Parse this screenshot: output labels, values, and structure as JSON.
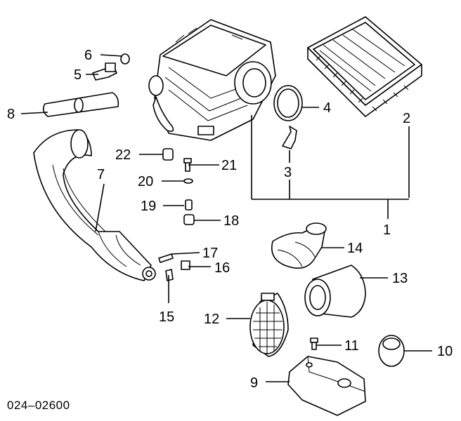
{
  "diagram_code": "024–02600",
  "callouts": {
    "c1": "1",
    "c2": "2",
    "c3": "3",
    "c4": "4",
    "c5": "5",
    "c6": "6",
    "c7": "7",
    "c8": "8",
    "c9": "9",
    "c10": "10",
    "c11": "11",
    "c12": "12",
    "c13": "13",
    "c14": "14",
    "c15": "15",
    "c16": "16",
    "c17": "17",
    "c18": "18",
    "c19": "19",
    "c20": "20",
    "c21": "21",
    "c22": "22"
  }
}
